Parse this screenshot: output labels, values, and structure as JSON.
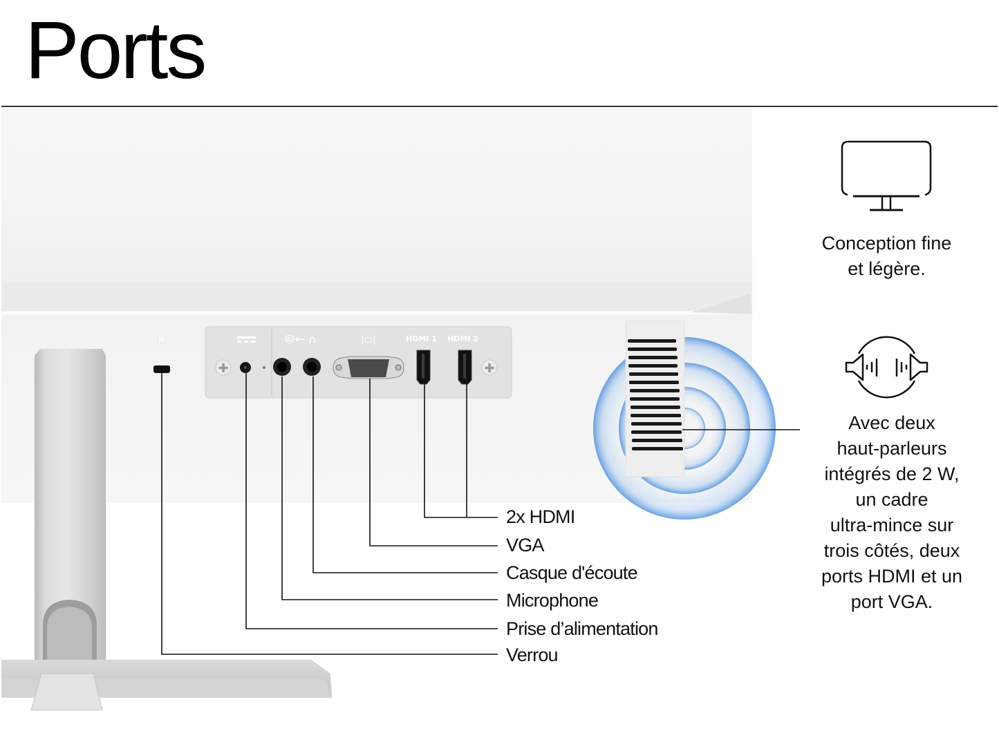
{
  "header": {
    "title": "Ports"
  },
  "panel": {
    "labels": {
      "dc": "⎓",
      "hdmi1": "HDMI 1",
      "hdmi2": "HDMI 2"
    }
  },
  "callouts": [
    {
      "label": "2x HDMI"
    },
    {
      "label": "VGA"
    },
    {
      "label": "Casque d'écoute"
    },
    {
      "label": "Microphone"
    },
    {
      "label": "Prise d’alimentation"
    },
    {
      "label": "Verrou"
    }
  ],
  "features": [
    {
      "icon": "monitor-icon",
      "lines": [
        "Conception fine",
        "et légère."
      ]
    },
    {
      "icon": "speakers-icon",
      "lines": [
        "Avec deux",
        "haut-parleurs",
        "intégrés de 2 W,",
        "un cadre",
        "ultra-mince sur",
        "trois côtés, deux",
        "ports HDMI et un",
        "port VGA."
      ]
    }
  ],
  "colors": {
    "sound_wave": "#3d86d8",
    "line": "#111111",
    "body": "#f3f3f3"
  }
}
